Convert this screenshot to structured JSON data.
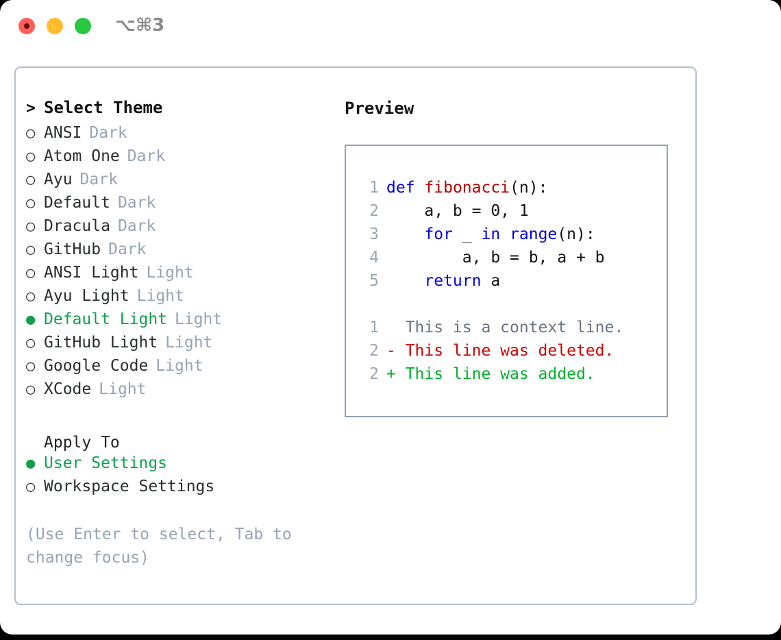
{
  "titlebar": {
    "shortcut": "⌥⌘3",
    "lights": [
      {
        "name": "close",
        "color": "#ff5f57"
      },
      {
        "name": "minimize",
        "color": "#febc2e"
      },
      {
        "name": "maximize",
        "color": "#28c840"
      }
    ]
  },
  "theme_picker": {
    "header_marker": ">",
    "header_label": "Select Theme",
    "items": [
      {
        "marker": "○",
        "label": "ANSI",
        "tag": "Dark",
        "selected": false
      },
      {
        "marker": "○",
        "label": "Atom One",
        "tag": "Dark",
        "selected": false
      },
      {
        "marker": "○",
        "label": "Ayu",
        "tag": "Dark",
        "selected": false
      },
      {
        "marker": "○",
        "label": "Default",
        "tag": "Dark",
        "selected": false
      },
      {
        "marker": "○",
        "label": "Dracula",
        "tag": "Dark",
        "selected": false
      },
      {
        "marker": "○",
        "label": "GitHub",
        "tag": "Dark",
        "selected": false
      },
      {
        "marker": "○",
        "label": "ANSI Light",
        "tag": "Light",
        "selected": false
      },
      {
        "marker": "○",
        "label": "Ayu Light",
        "tag": "Light",
        "selected": false
      },
      {
        "marker": "●",
        "label": "Default Light",
        "tag": "Light",
        "selected": true
      },
      {
        "marker": "○",
        "label": "GitHub Light",
        "tag": "Light",
        "selected": false
      },
      {
        "marker": "○",
        "label": "Google Code",
        "tag": "Light",
        "selected": false
      },
      {
        "marker": "○",
        "label": "XCode",
        "tag": "Light",
        "selected": false
      }
    ]
  },
  "apply_to": {
    "title": "Apply To",
    "options": [
      {
        "marker": "●",
        "label": "User Settings",
        "selected": true
      },
      {
        "marker": "○",
        "label": "Workspace Settings",
        "selected": false
      }
    ]
  },
  "hint": "(Use Enter to select, Tab to change focus)",
  "preview": {
    "title": "Preview",
    "code_lines": [
      {
        "num": "1",
        "tokens": [
          {
            "t": "def",
            "c": "kw"
          },
          {
            "t": " ",
            "c": "plain"
          },
          {
            "t": "fibonacci",
            "c": "fn"
          },
          {
            "t": "(n):",
            "c": "plain"
          }
        ]
      },
      {
        "num": "2",
        "tokens": [
          {
            "t": "    a, b = 0, 1",
            "c": "plain"
          }
        ]
      },
      {
        "num": "3",
        "tokens": [
          {
            "t": "    ",
            "c": "plain"
          },
          {
            "t": "for",
            "c": "kw"
          },
          {
            "t": " _ ",
            "c": "plain"
          },
          {
            "t": "in",
            "c": "kw"
          },
          {
            "t": " ",
            "c": "plain"
          },
          {
            "t": "range",
            "c": "kw"
          },
          {
            "t": "(n):",
            "c": "plain"
          }
        ]
      },
      {
        "num": "4",
        "tokens": [
          {
            "t": "        a, b = b, a + b",
            "c": "plain"
          }
        ]
      },
      {
        "num": "5",
        "tokens": [
          {
            "t": "    ",
            "c": "plain"
          },
          {
            "t": "return",
            "c": "kw"
          },
          {
            "t": " a",
            "c": "plain"
          }
        ]
      }
    ],
    "diff_lines": [
      {
        "num": "1",
        "text": "  This is a context line.",
        "c": "ctx"
      },
      {
        "num": "2",
        "text": "- This line was deleted.",
        "c": "del"
      },
      {
        "num": "2",
        "text": "+ This line was added.",
        "c": "add"
      }
    ]
  },
  "colors": {
    "accent_green": "#10a04c",
    "muted_grey": "#97a3b4",
    "keyword_blue": "#0000dd",
    "function_red": "#b30000",
    "diff_add": "#00b02a",
    "diff_del": "#cc0000",
    "panel_border": "#b4bdc9"
  }
}
